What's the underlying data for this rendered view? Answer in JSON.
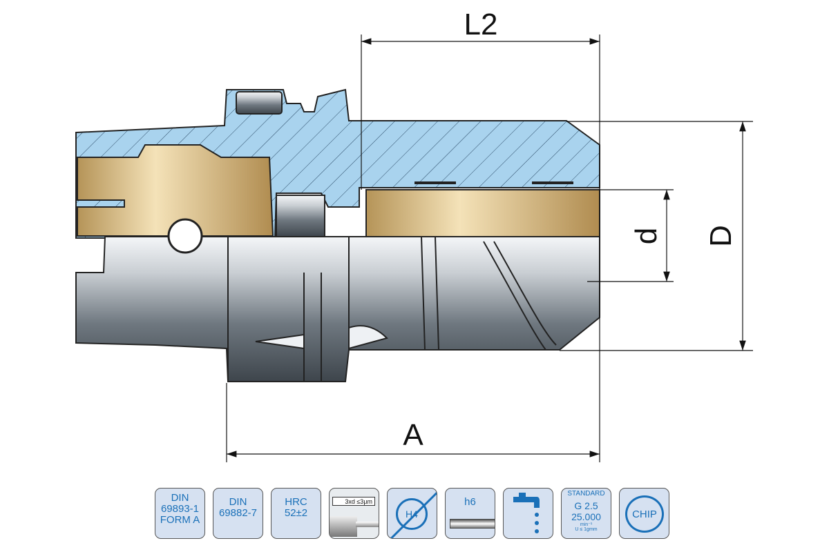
{
  "dimensions": {
    "L2": "L2",
    "A": "A",
    "D": "D",
    "d": "d"
  },
  "colors": {
    "hatch_section": "#a9d3ee",
    "shrink_zone": "#e7cf9e",
    "steel": "#8b949c",
    "icon_bg": "#d6e1f1",
    "icon_text": "#1a70b8"
  },
  "icons": [
    {
      "name": "din-69893-1",
      "lines": [
        "DIN",
        "69893-1",
        "FORM A"
      ]
    },
    {
      "name": "din-69882-7",
      "lines": [
        "DIN",
        "69882-7"
      ]
    },
    {
      "name": "hrc",
      "lines": [
        "HRC",
        "52±2"
      ]
    },
    {
      "name": "runout",
      "label": "3xd ≤3µm"
    },
    {
      "name": "h4",
      "label": "H4"
    },
    {
      "name": "h6",
      "label": "h6"
    },
    {
      "name": "coolant-icon"
    },
    {
      "name": "balancing",
      "lines": [
        "STANDARD",
        "G 2.5",
        "25.000",
        "min⁻¹",
        "U ≤ 1gmm"
      ]
    },
    {
      "name": "chip",
      "label": "CHIP"
    }
  ]
}
